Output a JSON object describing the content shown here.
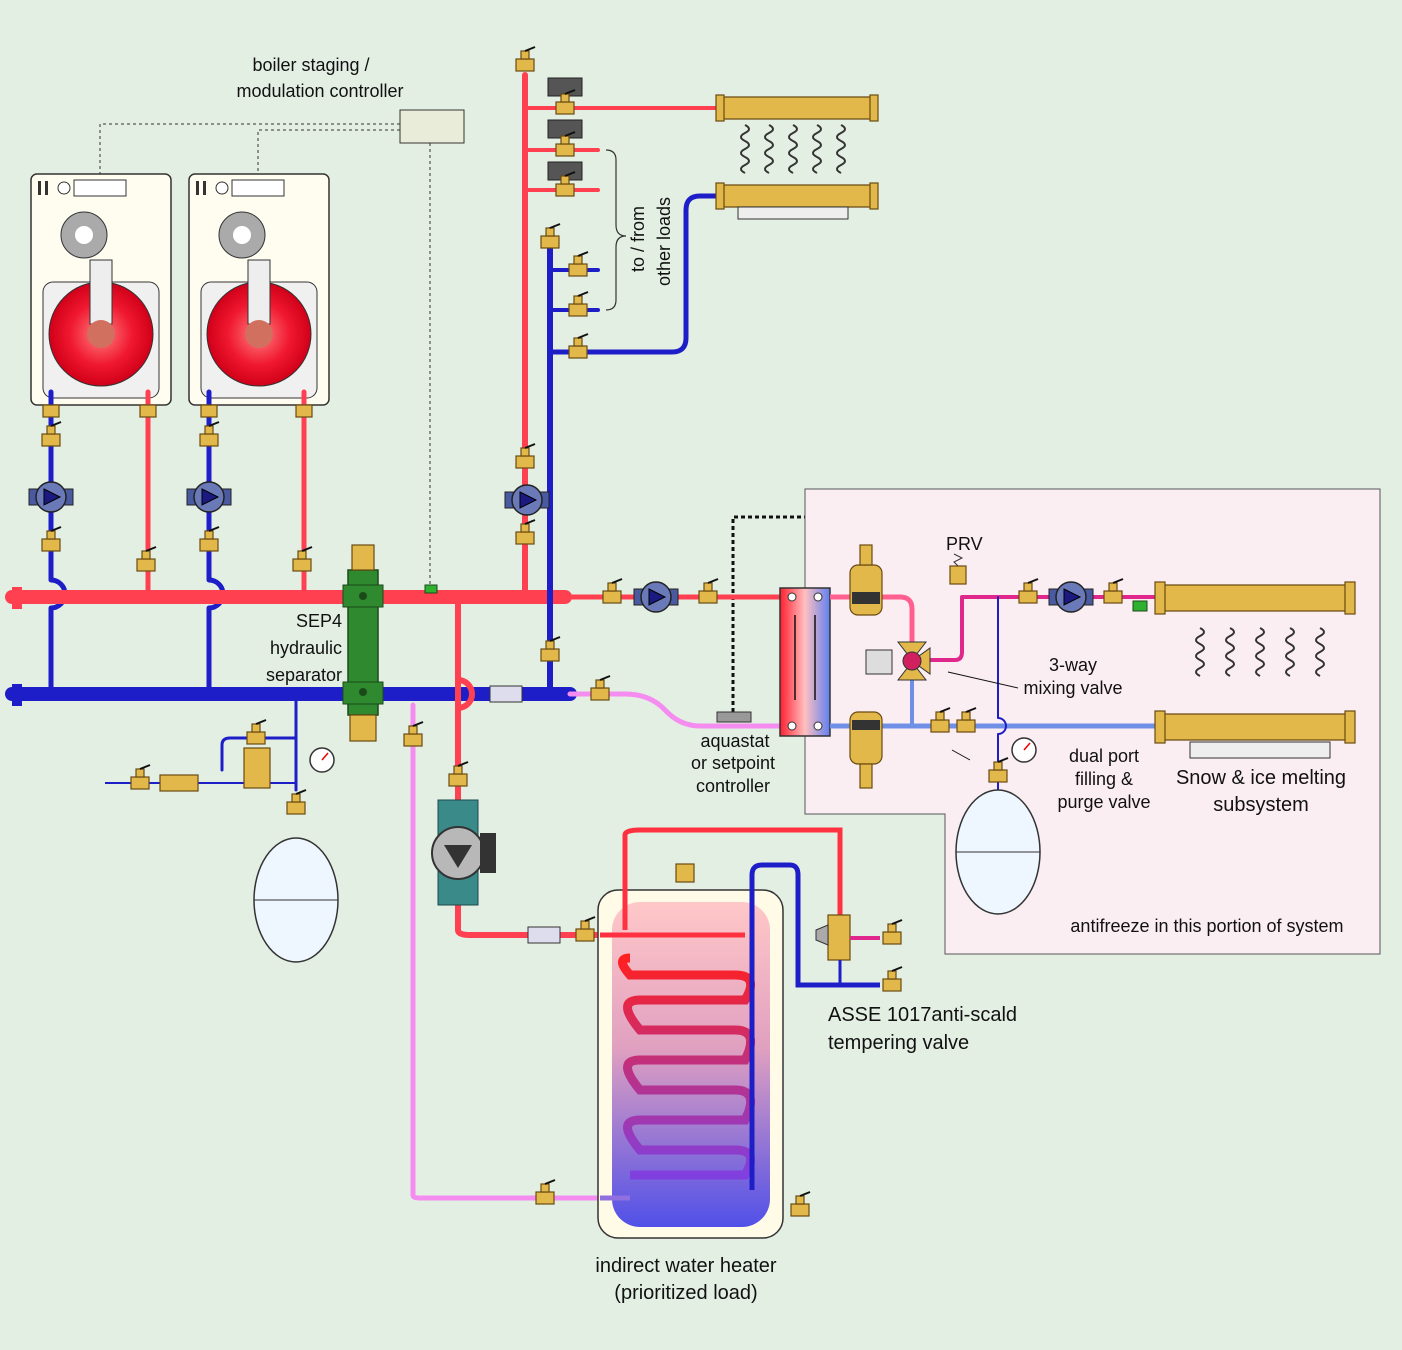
{
  "colors": {
    "background": "#e4efe4",
    "supply_pipe": "#ff4050",
    "return_pipe": "#1e1ec8",
    "cool_return_pipe": "#f58cf0",
    "antifreeze_zone": "#fbeef3",
    "separator": "#2f8a2f",
    "brass": "#e3b84a"
  },
  "labels": {
    "controller": [
      "boiler staging /",
      "modulation controller"
    ],
    "other_loads": [
      "to / from",
      "other  loads"
    ],
    "separator": [
      "SEP4",
      "hydraulic",
      "separator"
    ],
    "prv": "PRV",
    "mixing_valve": [
      "3-way",
      "mixing valve"
    ],
    "aquastat": [
      "aquastat",
      "or setpoint",
      "controller"
    ],
    "fill_purge": [
      "dual port",
      "filling &",
      "purge valve"
    ],
    "snowmelt": [
      "Snow & ice melting",
      "subsystem"
    ],
    "antifreeze": "antifreeze in this portion of system",
    "tempering": [
      "ASSE 1017anti-scald",
      "tempering valve"
    ],
    "water_heater": [
      "indirect water heater",
      "(prioritized load)"
    ]
  },
  "icons": [
    "boiler-icon",
    "circulator-icon",
    "ball-valve-icon",
    "check-valve-icon",
    "expansion-tank-icon",
    "pressure-gauge-icon",
    "manifold-icon",
    "heat-exchanger-icon",
    "mixing-valve-icon",
    "relief-valve-icon",
    "air-vent-icon",
    "zone-valve-icon",
    "backflow-preventer-icon"
  ]
}
